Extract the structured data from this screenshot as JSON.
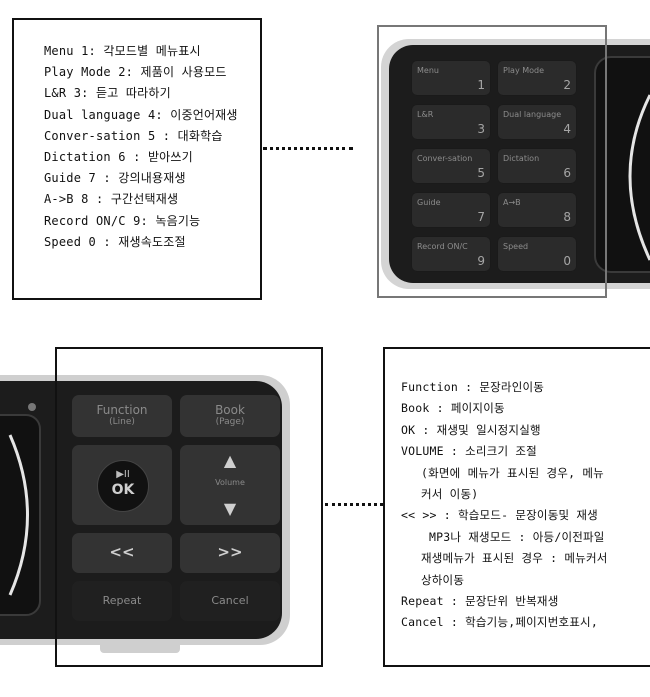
{
  "top_legend": {
    "lines": [
      "Menu 1: 각모드별 메뉴표시",
      "Play Mode 2: 제품이 사용모드",
      "L&R 3: 듣고 따라하기",
      "Dual language 4: 이중언어재생",
      "Conver-sation 5 : 대화학습",
      "Dictation 6 : 받아쓰기",
      "Guide 7 : 강의내용재생",
      "A->B 8 : 구간선택재생",
      "Record ON/C 9: 녹음기능",
      "Speed 0 : 재생속도조절"
    ]
  },
  "top_keypad": {
    "keys": [
      {
        "label": "Menu",
        "num": "1"
      },
      {
        "label": "Play Mode",
        "num": "2"
      },
      {
        "label": "L&R",
        "num": "3"
      },
      {
        "label": "Dual language",
        "num": "4"
      },
      {
        "label": "Conver-sation",
        "num": "5"
      },
      {
        "label": "Dictation",
        "num": "6"
      },
      {
        "label": "Guide",
        "num": "7"
      },
      {
        "label": "A→B",
        "num": "8"
      },
      {
        "label": "Record ON/C",
        "num": "9"
      },
      {
        "label": "Speed",
        "num": "0"
      }
    ]
  },
  "bottom_keypad": {
    "function_label": "Function",
    "function_sub": "(Line)",
    "book_label": "Book",
    "book_sub": "(Page)",
    "ok_label": "OK",
    "ok_symbol": "▶II",
    "volume_label": "Volume",
    "prev_label": "<<",
    "next_label": ">>",
    "repeat_label": "Repeat",
    "cancel_label": "Cancel"
  },
  "bottom_legend": {
    "lines": [
      "Function : 문장라인이동",
      "Book : 페이지이동",
      "OK : 재생및 일시정지실행",
      "VOLUME : 소리크기 조절",
      "(화면에 메뉴가 표시된 경우, 메뉴",
      "커서 이동)",
      "<< >> : 학습모드- 문장이동및 재생",
      "MP3나 재생모드 : 아등/이전파일",
      "재생메뉴가 표시된 경우 : 메뉴커서",
      "상하이동",
      "Repeat : 문장단위 반복재생",
      "Cancel : 학습기능,페이지번호표시,"
    ]
  },
  "colors": {
    "device_body": "#1c1c1c",
    "key": "#2b2b2b",
    "bezel": "#cfcfcf"
  }
}
